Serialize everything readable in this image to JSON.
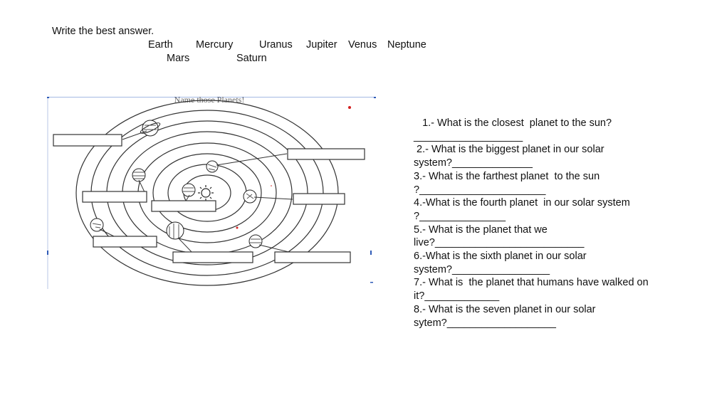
{
  "instruction": "Write the best answer.",
  "word_bank": [
    "Earth",
    "Mercury",
    "Uranus",
    "Jupiter",
    "Venus",
    "Neptune",
    "Mars",
    "Saturn"
  ],
  "diagram": {
    "title": "Name those Planets!",
    "sun_icon": "sun-icon",
    "planet_icon": "planet-icon"
  },
  "questions": [
    "   1.- What is the closest  planet to the sun?",
    "___________________",
    " 2.- What is the biggest planet in our solar",
    "system?______________",
    "3.- What is the farthest planet  to the sun",
    "?______________________",
    "4.-What is the fourth planet  in our solar system",
    "?_______________",
    "5.- What is the planet that we",
    "live?__________________________",
    "6.-What is the sixth planet in our solar",
    "system?_________________",
    "7.- What is  the planet that humans have walked on",
    "it?_____________",
    "8.- What is the seven planet in our solar",
    "sytem?___________________"
  ]
}
